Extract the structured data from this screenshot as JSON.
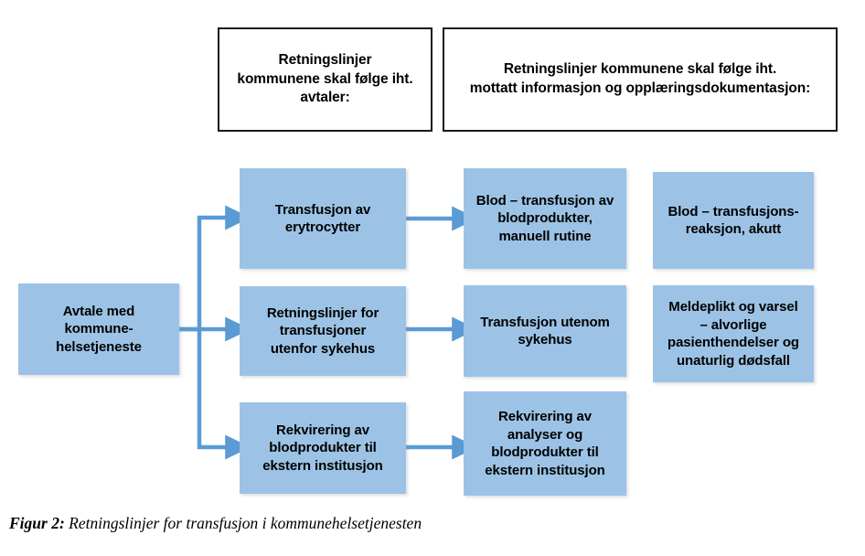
{
  "figure": {
    "caption_label": "Figur 2:",
    "caption_text": " Retningslinjer for transfusjon i kommunehelsetjenesten"
  },
  "colors": {
    "box_fill": "#9CC3E5",
    "arrow": "#5B9BD5",
    "outline": "#1A1A1A",
    "text": "#000000",
    "background": "#FFFFFF"
  },
  "headers": [
    {
      "id": "header-avtaler",
      "lines": [
        "Retningslinjer",
        "kommunene skal følge iht.",
        "avtaler:"
      ],
      "text": "Retningslinjer kommunene skal følge iht. avtaler:"
    },
    {
      "id": "header-dokumentasjon",
      "lines": [
        "Retningslinjer kommunene skal følge iht.",
        "mottatt informasjon og opplæringsdokumentasjon:"
      ],
      "text": "Retningslinjer kommunene skal følge iht. mottatt informasjon og opplæringsdokumentasjon:"
    }
  ],
  "nodes": {
    "root": {
      "id": "node-avtale-kommunehelsetjeneste",
      "lines": [
        "Avtale med",
        "kommune-",
        "helsetjeneste"
      ],
      "text": "Avtale med kommune-helsetjeneste"
    },
    "column2": [
      {
        "id": "node-transfusjon-erytrocytter",
        "lines": [
          "Transfusjon av",
          "erytrocytter"
        ],
        "text": "Transfusjon av erytrocytter"
      },
      {
        "id": "node-retningslinjer-transfusjoner-utenfor-sykehus",
        "lines": [
          "Retningslinjer for",
          "transfusjoner",
          "utenfor sykehus"
        ],
        "text": "Retningslinjer for transfusjoner utenfor sykehus"
      },
      {
        "id": "node-rekvirering-blodprodukter-ekstern",
        "lines": [
          "Rekvirering av",
          "blodprodukter til",
          "ekstern institusjon"
        ],
        "text": "Rekvirering av blodprodukter til ekstern institusjon"
      }
    ],
    "column3": [
      {
        "id": "node-blod-transfusjon-blodprodukter-manuell-rutine",
        "lines": [
          "Blod – transfusjon av",
          "blodprodukter,",
          "manuell rutine"
        ],
        "text": "Blod – transfusjon av blodprodukter, manuell rutine"
      },
      {
        "id": "node-transfusjon-utenom-sykehus",
        "lines": [
          "Transfusjon utenom",
          "sykehus"
        ],
        "text": "Transfusjon utenom sykehus"
      },
      {
        "id": "node-rekvirering-analyser-blodprodukter-ekstern",
        "lines": [
          "Rekvirering av",
          "analyser og",
          "blodprodukter til",
          "ekstern institusjon"
        ],
        "text": "Rekvirering av analyser og blodprodukter til ekstern institusjon"
      }
    ],
    "column4": [
      {
        "id": "node-blod-transfusjonsreaksjon-akutt",
        "lines": [
          "Blod – transfusjons-",
          "reaksjon, akutt"
        ],
        "text": "Blod – transfusjons-reaksjon, akutt"
      },
      {
        "id": "node-meldeplikt-varsel",
        "lines": [
          "Meldeplikt og varsel",
          "– alvorlige",
          "pasienthendelser og",
          "unaturlig dødsfall"
        ],
        "text": "Meldeplikt og varsel – alvorlige pasienthendelser og unaturlig dødsfall"
      }
    ]
  },
  "connectors": [
    {
      "id": "arrow-root-to-erytrocytter",
      "from": "node-avtale-kommunehelsetjeneste",
      "to": "node-transfusjon-erytrocytter"
    },
    {
      "id": "arrow-root-to-retningslinjer",
      "from": "node-avtale-kommunehelsetjeneste",
      "to": "node-retningslinjer-transfusjoner-utenfor-sykehus"
    },
    {
      "id": "arrow-root-to-rekvirering",
      "from": "node-avtale-kommunehelsetjeneste",
      "to": "node-rekvirering-blodprodukter-ekstern"
    },
    {
      "id": "arrow-erytrocytter-to-blod-manuell",
      "from": "node-transfusjon-erytrocytter",
      "to": "node-blod-transfusjon-blodprodukter-manuell-rutine"
    },
    {
      "id": "arrow-retningslinjer-to-transfusjon-utenom",
      "from": "node-retningslinjer-transfusjoner-utenfor-sykehus",
      "to": "node-transfusjon-utenom-sykehus"
    },
    {
      "id": "arrow-rekvirering-to-rekvirering-analyser",
      "from": "node-rekvirering-blodprodukter-ekstern",
      "to": "node-rekvirering-analyser-blodprodukter-ekstern"
    }
  ]
}
